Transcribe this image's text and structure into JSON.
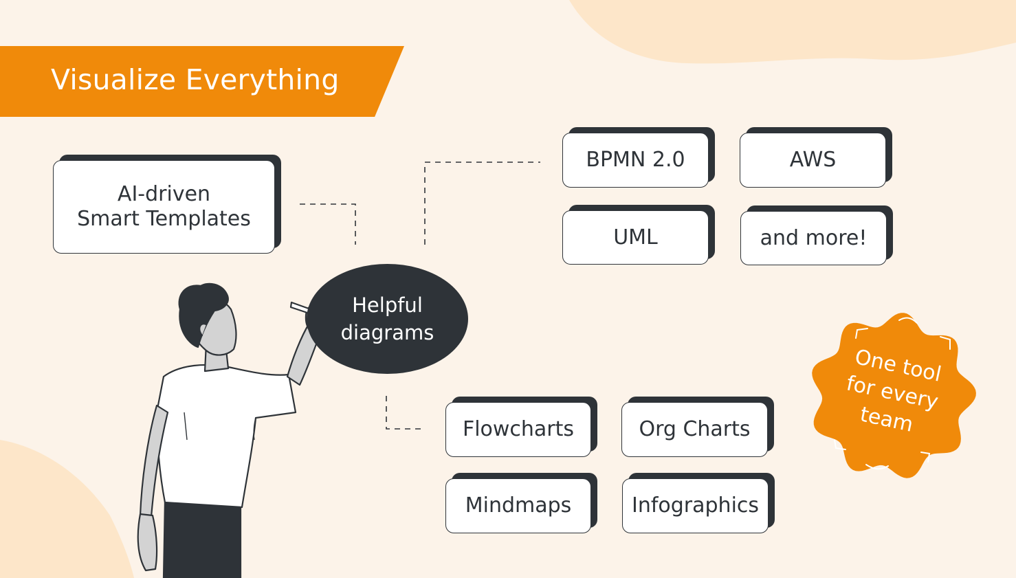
{
  "banner": {
    "title": "Visualize Everything"
  },
  "center": {
    "line1": "Helpful",
    "line2": "diagrams"
  },
  "smart_templates": {
    "line1": "AI-driven",
    "line2": "Smart Templates"
  },
  "top_cards": [
    "BPMN 2.0",
    "AWS",
    "UML",
    "and more!"
  ],
  "bottom_cards": [
    "Flowcharts",
    "Org Charts",
    "Mindmaps",
    "Infographics"
  ],
  "badge": {
    "line1": "One tool",
    "line2": "for every",
    "line3": "team"
  },
  "colors": {
    "accent": "#f08a0a",
    "dark": "#2e3338",
    "background": "#fcf3e9",
    "blob": "#fde6c9"
  }
}
